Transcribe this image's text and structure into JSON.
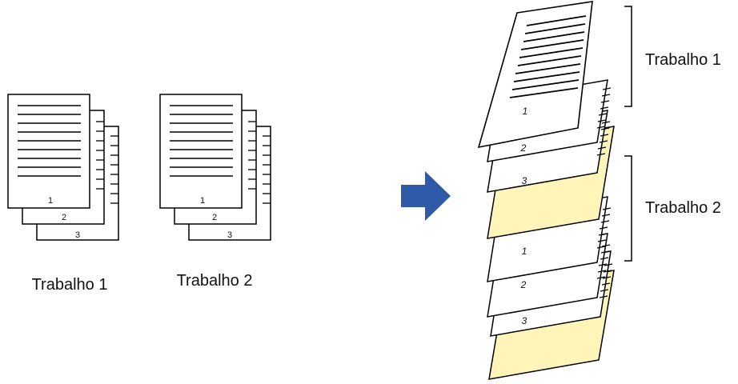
{
  "left": {
    "jobs": [
      {
        "label": "Trabalho 1",
        "page_numbers": [
          "1",
          "2",
          "3"
        ]
      },
      {
        "label": "Trabalho 2",
        "page_numbers": [
          "1",
          "2",
          "3"
        ]
      }
    ]
  },
  "arrow": {
    "color": "#2f5aa8",
    "icon": "right-arrow-icon"
  },
  "right": {
    "bracket_labels": [
      "Trabalho 1",
      "Trabalho 2"
    ],
    "stack_numbers": [
      "1",
      "2",
      "3",
      "1",
      "2",
      "3"
    ],
    "separator_color": "#fff5b8"
  }
}
